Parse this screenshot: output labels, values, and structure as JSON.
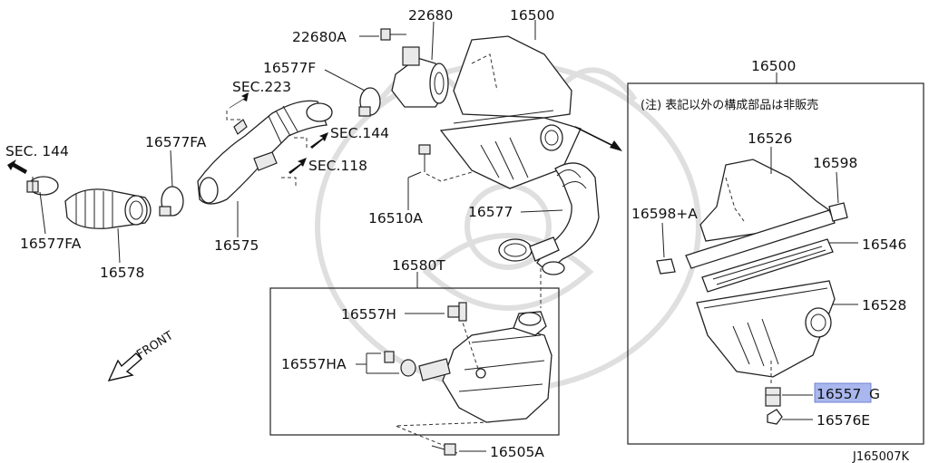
{
  "diagram": {
    "drawing_code": "J165007K",
    "note_text": "(注) 表記以外の構成部品は非販売",
    "direction_label": "FRONT",
    "highlight_color": "#a9b7ee",
    "section_refs": {
      "sec144_left": "SEC. 144",
      "sec223": "SEC.223",
      "sec144_mid": "SEC.144",
      "sec118": "SEC.118"
    },
    "group_labels": {
      "assembly_right": "16500",
      "reservoir_group": "16580T"
    },
    "parts": {
      "p16500": "16500",
      "p22680": "22680",
      "p22680A": "22680A",
      "p16577F": "16577F",
      "p16577FA_top": "16577FA",
      "p16577FA_bottom": "16577FA",
      "p16578": "16578",
      "p16575": "16575",
      "p16510A": "16510A",
      "p16577": "16577",
      "p16557H": "16557H",
      "p16557HA": "16557HA",
      "p16505A": "16505A",
      "p16526": "16526",
      "p16598": "16598",
      "p16598A": "16598+A",
      "p16546": "16546",
      "p16528": "16528",
      "p16557G_main": "16557",
      "p16557G_suffix": "G",
      "p16576E": "16576E"
    }
  }
}
